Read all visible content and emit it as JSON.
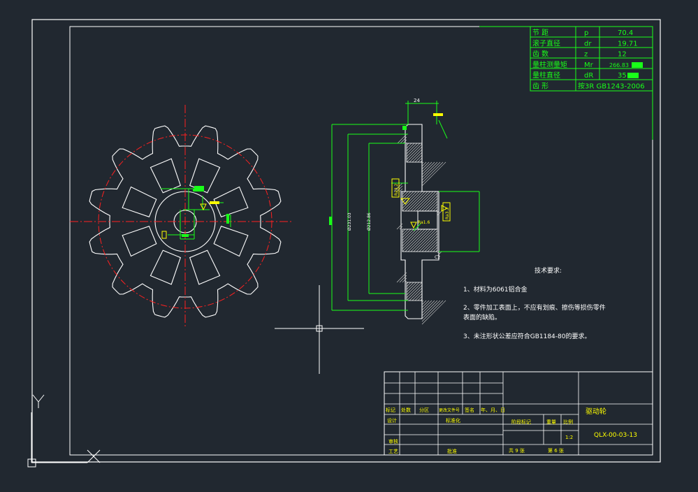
{
  "colors": {
    "background": "#212830",
    "frame": "#ffffff",
    "dimension": "#19ff19",
    "centerline": "#ff2020",
    "annotation": "#ffff00",
    "hatch": "#ffffff",
    "text": "#ffffff"
  },
  "params_table": {
    "rows": [
      {
        "name": "节    距",
        "symbol": "p",
        "value": "70.4"
      },
      {
        "name": "滚子直径",
        "symbol": "dr",
        "value": "19.71"
      },
      {
        "name": "齿    数",
        "symbol": "z",
        "value": "12"
      },
      {
        "name": "量柱测量矩",
        "symbol": "Mr",
        "value": "266.83"
      },
      {
        "name": "量柱直径",
        "symbol": "dR",
        "value": "35"
      },
      {
        "name": "齿    形",
        "symbol": "按3R GB1243-2006",
        "value": ""
      }
    ]
  },
  "tech_requirements": {
    "title": "技术要求:",
    "items": [
      "1、材料为6061铝合金",
      "2、零件加工表面上，不应有划痕、擦伤等损伤零件",
      "表面的缺陷。",
      "3、未注形状公差应符合GB1184-80的要求。"
    ]
  },
  "dimensions": {
    "width_top": "24",
    "dia_outer": "Ø231.03",
    "dia_root": "Ø212.86",
    "roughness_1": "Ra3.2",
    "roughness_2": "Ra1.6",
    "roughness_3": "Ra3.2",
    "chamfer": "C2"
  },
  "title_block": {
    "part_name": "驱动轮",
    "drawing_number": "QLX-00-03-13",
    "scale_label": "比例",
    "scale_value": "1:2",
    "weight_label": "重量",
    "stage_label": "阶段标记",
    "sheets_total": "共  9  张",
    "sheet_no": "第  6  张",
    "rev_headers": [
      "标记",
      "处数",
      "分区",
      "更改文件号",
      "签名",
      "年、月、日"
    ],
    "design": "设计",
    "standardize": "标准化",
    "review": "审核",
    "process": "工艺",
    "approve": "批准"
  },
  "ucs": {
    "y_label": "Y",
    "x_label": "X"
  }
}
